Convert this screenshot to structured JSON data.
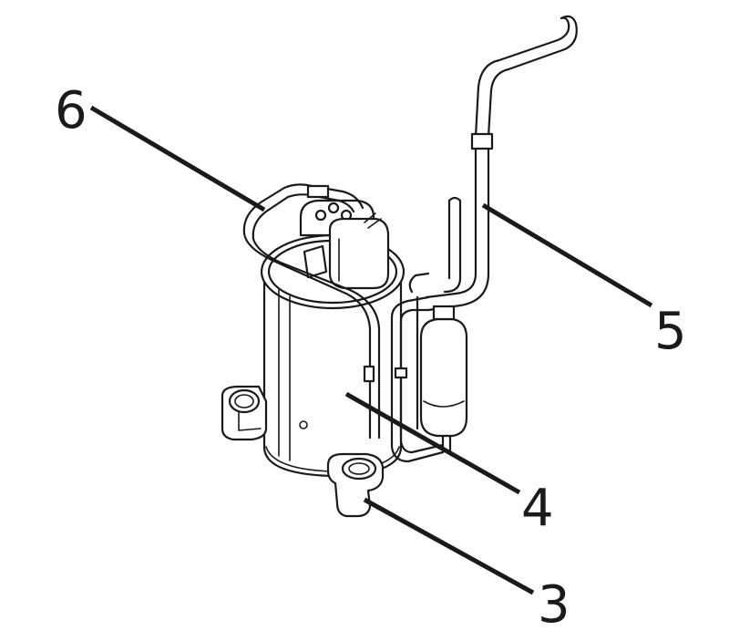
{
  "callouts": {
    "c6": "6",
    "c5": "5",
    "c4": "4",
    "c3": "3"
  },
  "colors": {
    "ink": "#1a1a1a",
    "background": "#ffffff"
  }
}
